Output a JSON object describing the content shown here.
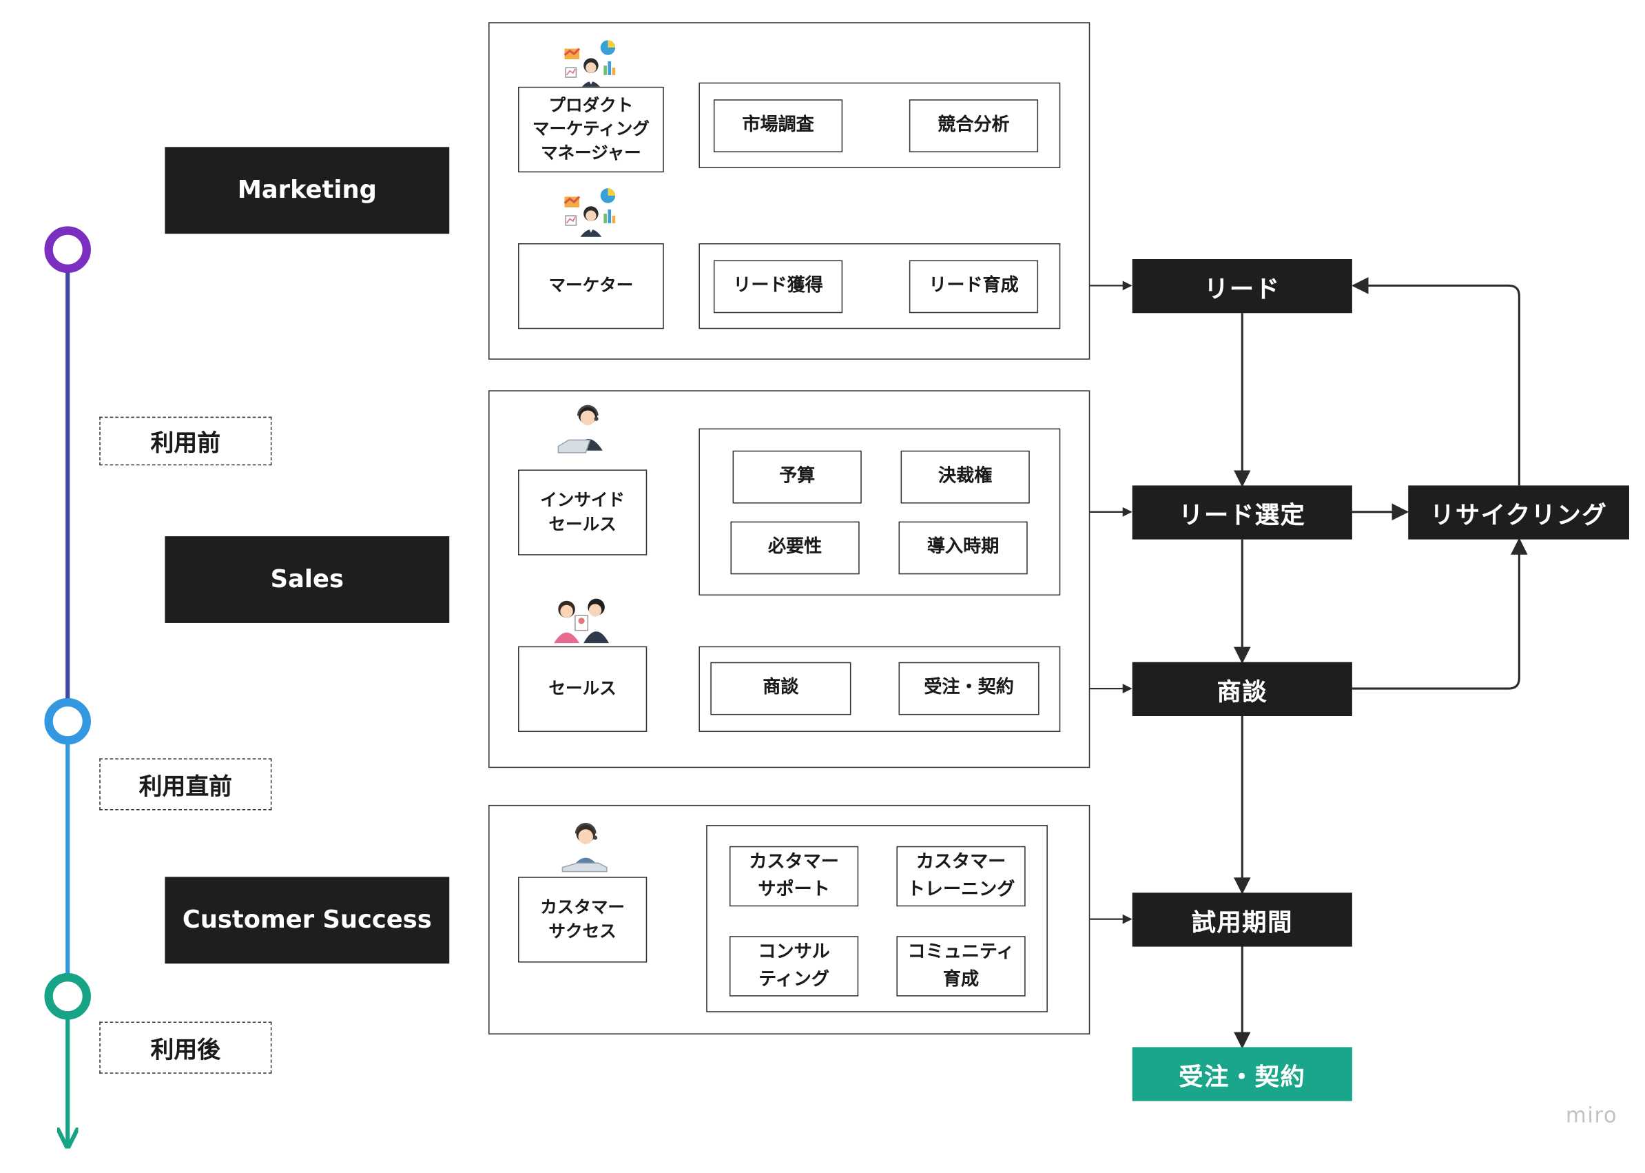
{
  "teams": {
    "marketing": "Marketing",
    "sales": "Sales",
    "customer_success": "Customer Success"
  },
  "phases": {
    "before": "利用前",
    "just_before": "利用直前",
    "after": "利用後"
  },
  "timeline": {
    "colors": {
      "segment_1": "#3f48a6",
      "segment_2": "#3498e0",
      "segment_3": "#17a386",
      "node_1": "#7a2fc0",
      "node_2": "#3498e0",
      "node_3": "#17a386"
    }
  },
  "marketing_panel": {
    "pmm_role": "プロダクト\nマーケティング\nマネージャー",
    "pmm_tasks": [
      "市場調査",
      "競合分析"
    ],
    "marketer_role": "マーケター",
    "marketer_tasks": [
      "リード獲得",
      "リード育成"
    ]
  },
  "sales_panel": {
    "inside_sales_role": "インサイド\nセールス",
    "inside_sales_tasks": [
      "予算",
      "決裁権",
      "必要性",
      "導入時期"
    ],
    "sales_role": "セールス",
    "sales_tasks": [
      "商談",
      "受注・契約"
    ]
  },
  "cs_panel": {
    "cs_role": "カスタマー\nサクセス",
    "cs_tasks": [
      "カスタマー\nサポート",
      "カスタマー\nトレーニング",
      "コンサル\nティング",
      "コミュニティ\n育成"
    ]
  },
  "flow": {
    "lead": "リード",
    "lead_selection": "リード選定",
    "recycling": "リサイクリング",
    "negotiation": "商談",
    "trial": "試用期間",
    "contract": "受注・契約",
    "colors": {
      "dark": "#1e1e1e",
      "final": "#1aa68a"
    }
  },
  "watermark": "miro"
}
